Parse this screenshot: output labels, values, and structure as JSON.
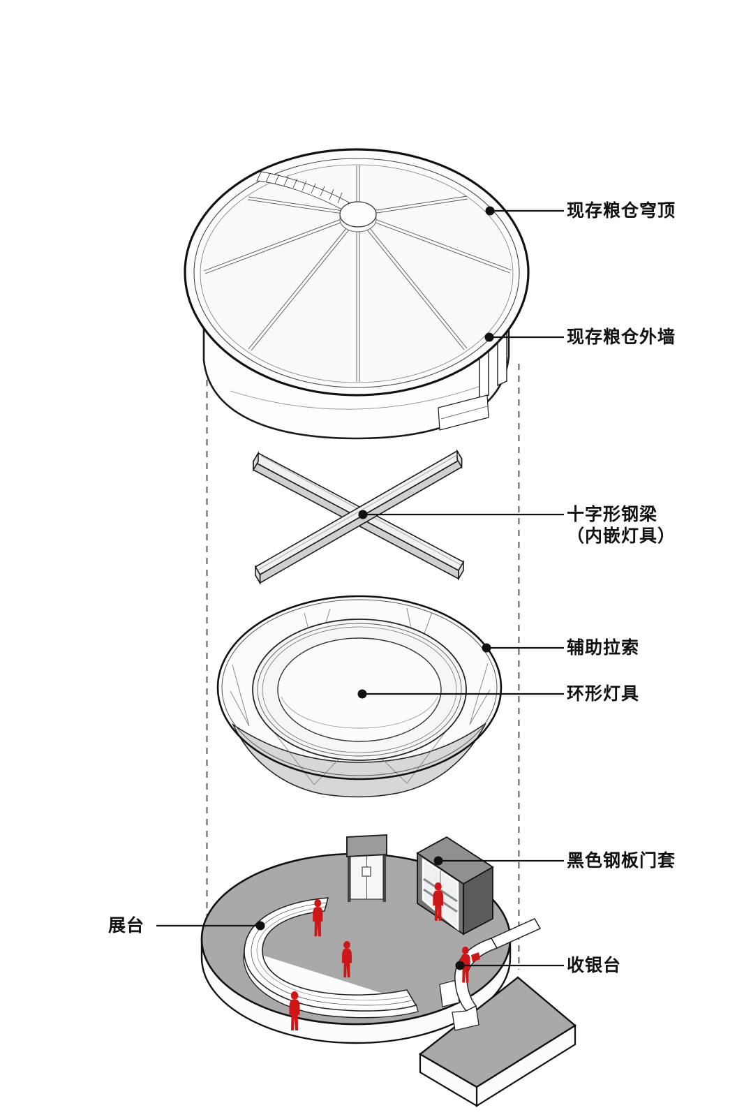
{
  "diagram": {
    "type": "exploded-axonometric-architecture-diagram",
    "labels": {
      "dome": {
        "text": "现存粮仓穹顶"
      },
      "wall": {
        "text": "现存粮仓外墙"
      },
      "beam": {
        "line1": "十字形钢梁",
        "line2": "（内嵌灯具）"
      },
      "cables": {
        "text": "辅助拉索"
      },
      "ring_light": {
        "text": "环形灯具"
      },
      "door_casing": {
        "text": "黑色钢板门套"
      },
      "display_stand": {
        "text": "展台"
      },
      "cashier": {
        "text": "收银台"
      }
    },
    "colors": {
      "line": "#1a1a1a",
      "figure_red": "#cf1616",
      "floor_gray": "#a9a9a9",
      "box_gray": "#737373",
      "beam_gray": "#d9d9d9",
      "cone_gray": "#d7d7d7",
      "paper": "#ffffff"
    },
    "figures": {
      "count": 5,
      "color": "#cf1616"
    }
  }
}
